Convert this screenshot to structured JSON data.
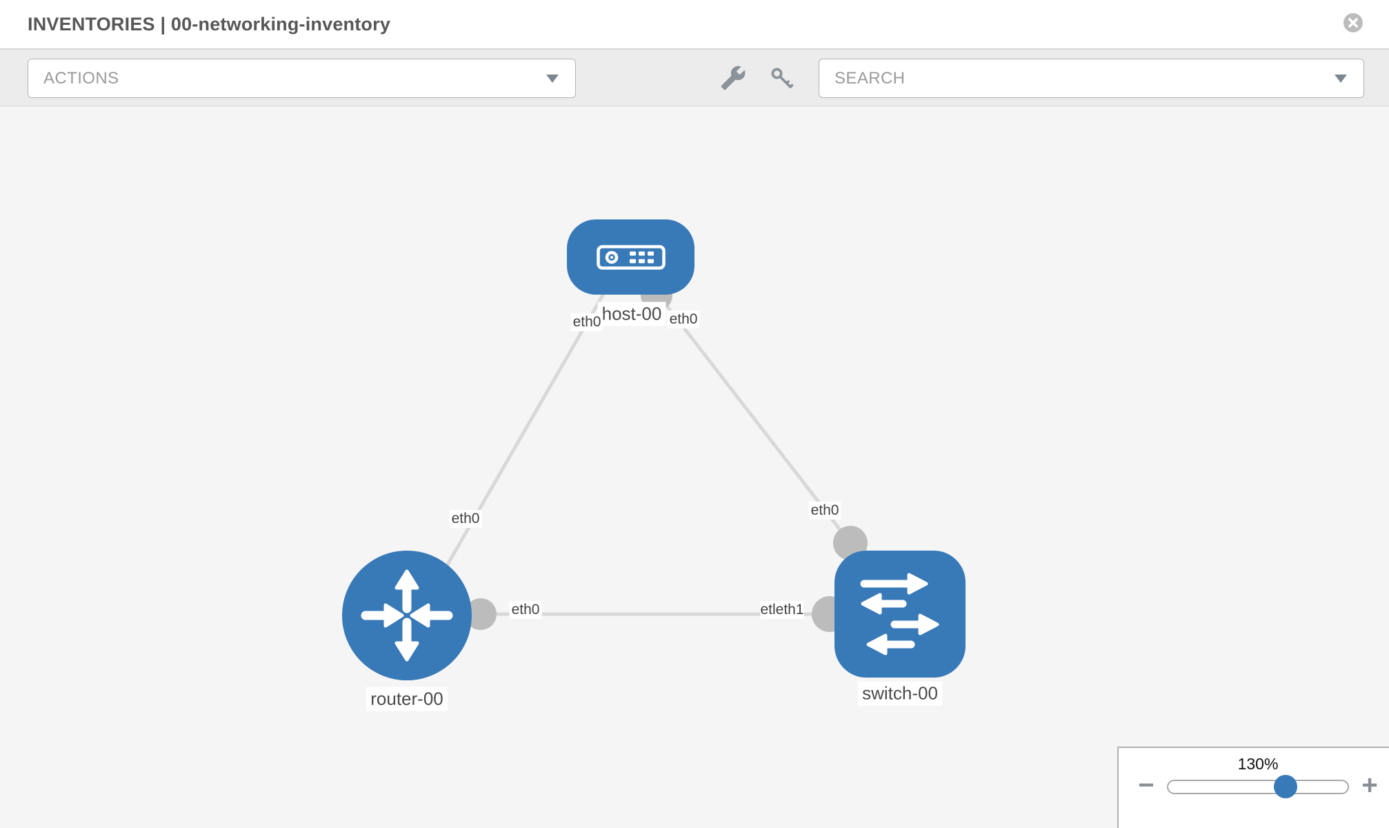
{
  "header": {
    "title": "INVENTORIES | 00-networking-inventory",
    "close_icon": "close-circle-icon"
  },
  "toolbar": {
    "actions_dropdown": {
      "placeholder": "ACTIONS"
    },
    "tool_icons": [
      "wrench-icon",
      "key-icon"
    ],
    "search_dropdown": {
      "placeholder": "SEARCH"
    }
  },
  "topology": {
    "nodes": [
      {
        "id": "host-00",
        "label": "host-00",
        "type": "host",
        "icon": "host-device-icon"
      },
      {
        "id": "router-00",
        "label": "router-00",
        "type": "router",
        "icon": "router-arrows-icon"
      },
      {
        "id": "switch-00",
        "label": "switch-00",
        "type": "switch",
        "icon": "switch-arrows-icon"
      }
    ],
    "links": [
      {
        "from": "host-00",
        "to": "router-00",
        "from_label": "eth0",
        "to_label": "eth0"
      },
      {
        "from": "host-00",
        "to": "switch-00",
        "from_label": "eth0",
        "to_label": "eth0"
      },
      {
        "from": "router-00",
        "to": "switch-00",
        "from_label": "eth0",
        "to_labels": [
          "etl",
          "eth1"
        ]
      }
    ]
  },
  "zoom_control": {
    "level": "130%",
    "minus_label": "−",
    "plus_label": "+"
  },
  "colors": {
    "node_blue": "#3879b7",
    "link_gray": "#d8d8d8",
    "stub_gray": "#bcbcbc",
    "toolbar_bg": "#ececec",
    "canvas_bg": "#f5f5f6"
  }
}
